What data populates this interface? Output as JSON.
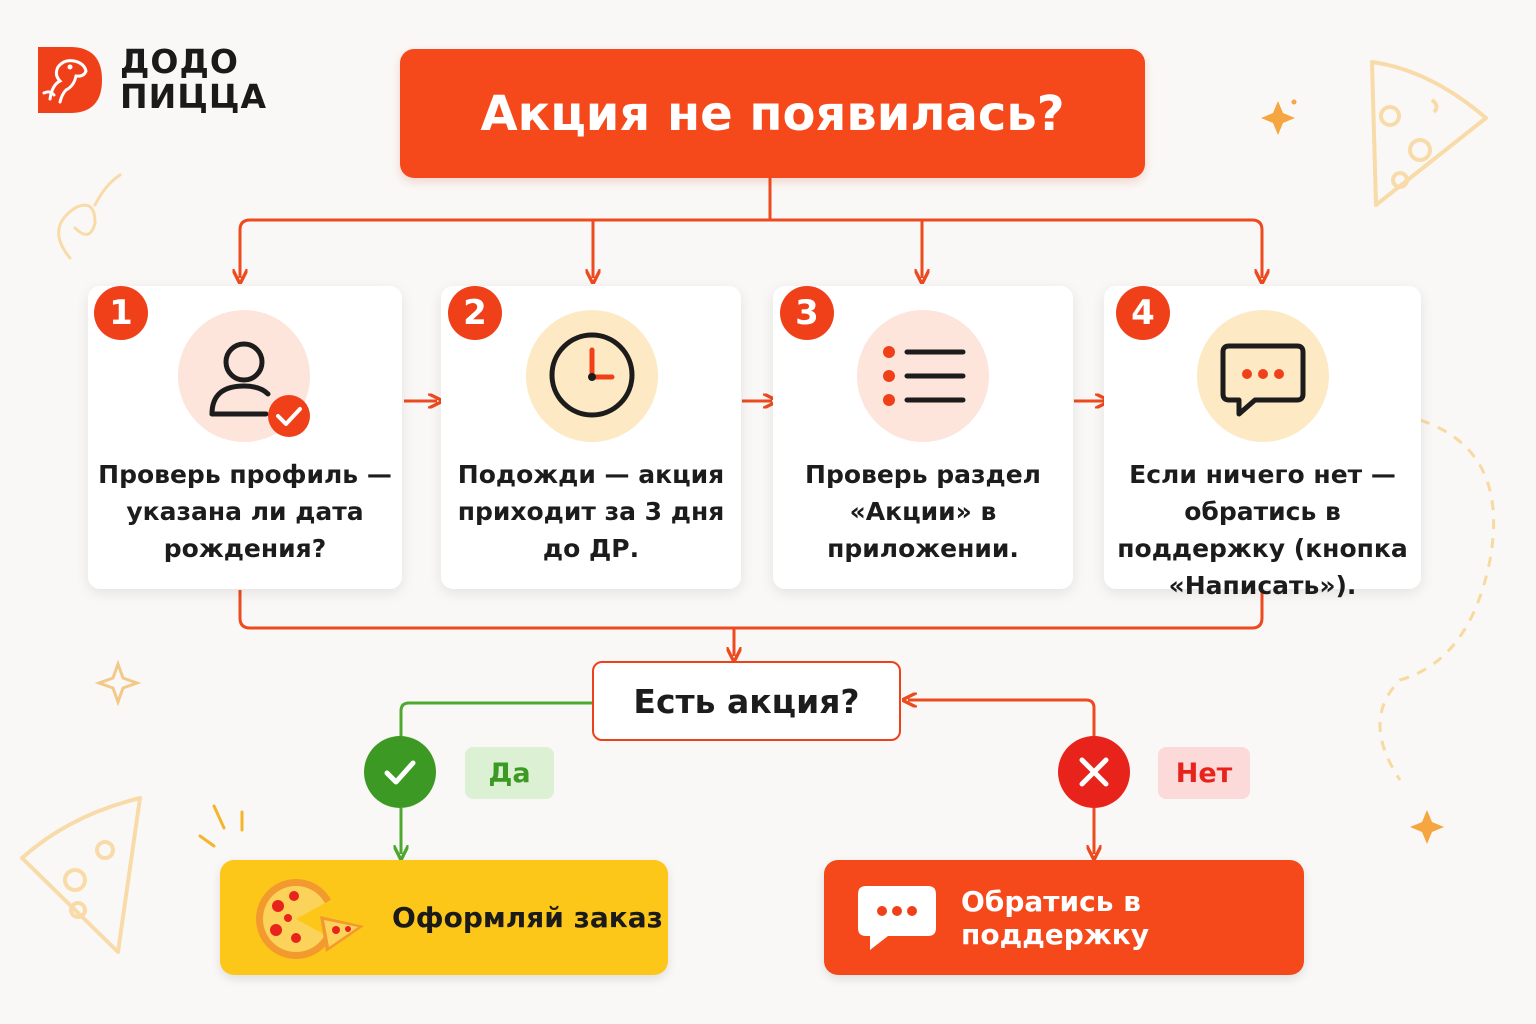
{
  "brand": {
    "line1": "ДОДО",
    "line2": "ПИЦЦА"
  },
  "title": "Акция не появилась?",
  "steps": [
    {
      "number": "1",
      "text": "Проверь профиль — указана ли дата рождения?",
      "icon": "user-check-icon"
    },
    {
      "number": "2",
      "text": "Подожди — акция приходит за 3 дня до ДР.",
      "icon": "clock-icon"
    },
    {
      "number": "3",
      "text": "Проверь раздел «Акции» в приложении.",
      "icon": "list-icon"
    },
    {
      "number": "4",
      "text": "Если ничего нет — обратись в поддержку (кнопка «Написать»).",
      "icon": "chat-icon"
    }
  ],
  "decision": "Есть акция?",
  "yes_label": "Да",
  "no_label": "Нет",
  "yes_outcome": {
    "label": "Оформляй заказ",
    "icon": "pizza-icon"
  },
  "no_outcome": {
    "label": "Обратись в поддержку",
    "icon": "chat-icon"
  },
  "colors": {
    "accent": "#f5491c",
    "yes_green": "#3c9a24",
    "no_red": "#e8231b",
    "yellow": "#fcc718",
    "background": "#faf8f6"
  }
}
